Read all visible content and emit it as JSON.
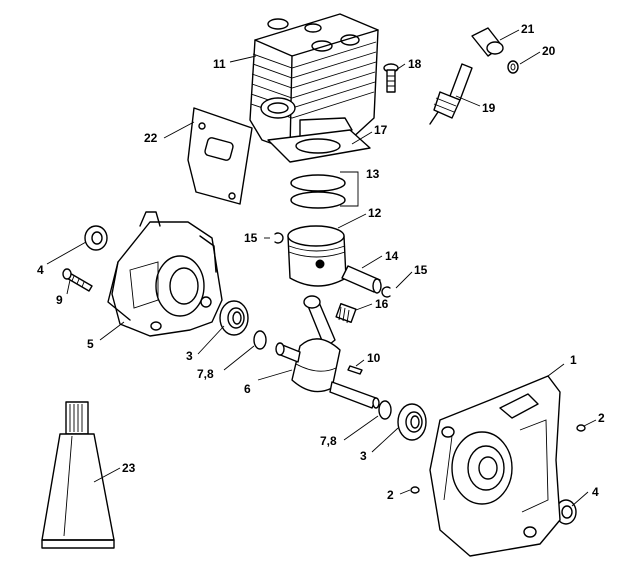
{
  "callouts": [
    {
      "id": "c1",
      "text": "1"
    },
    {
      "id": "c2a",
      "text": "2"
    },
    {
      "id": "c2b",
      "text": "2"
    },
    {
      "id": "c3a",
      "text": "3"
    },
    {
      "id": "c3b",
      "text": "3"
    },
    {
      "id": "c4a",
      "text": "4"
    },
    {
      "id": "c4b",
      "text": "4"
    },
    {
      "id": "c5",
      "text": "5"
    },
    {
      "id": "c6",
      "text": "6"
    },
    {
      "id": "c78a",
      "text": "7,8"
    },
    {
      "id": "c78b",
      "text": "7,8"
    },
    {
      "id": "c9",
      "text": "9"
    },
    {
      "id": "c10",
      "text": "10"
    },
    {
      "id": "c11",
      "text": "11"
    },
    {
      "id": "c12",
      "text": "12"
    },
    {
      "id": "c13",
      "text": "13"
    },
    {
      "id": "c14",
      "text": "14"
    },
    {
      "id": "c15a",
      "text": "15"
    },
    {
      "id": "c15b",
      "text": "15"
    },
    {
      "id": "c16",
      "text": "16"
    },
    {
      "id": "c17",
      "text": "17"
    },
    {
      "id": "c18",
      "text": "18"
    },
    {
      "id": "c19",
      "text": "19"
    },
    {
      "id": "c20",
      "text": "20"
    },
    {
      "id": "c21",
      "text": "21"
    },
    {
      "id": "c22",
      "text": "22"
    },
    {
      "id": "c23",
      "text": "23"
    }
  ],
  "line_color": "#000000",
  "background": "#ffffff"
}
